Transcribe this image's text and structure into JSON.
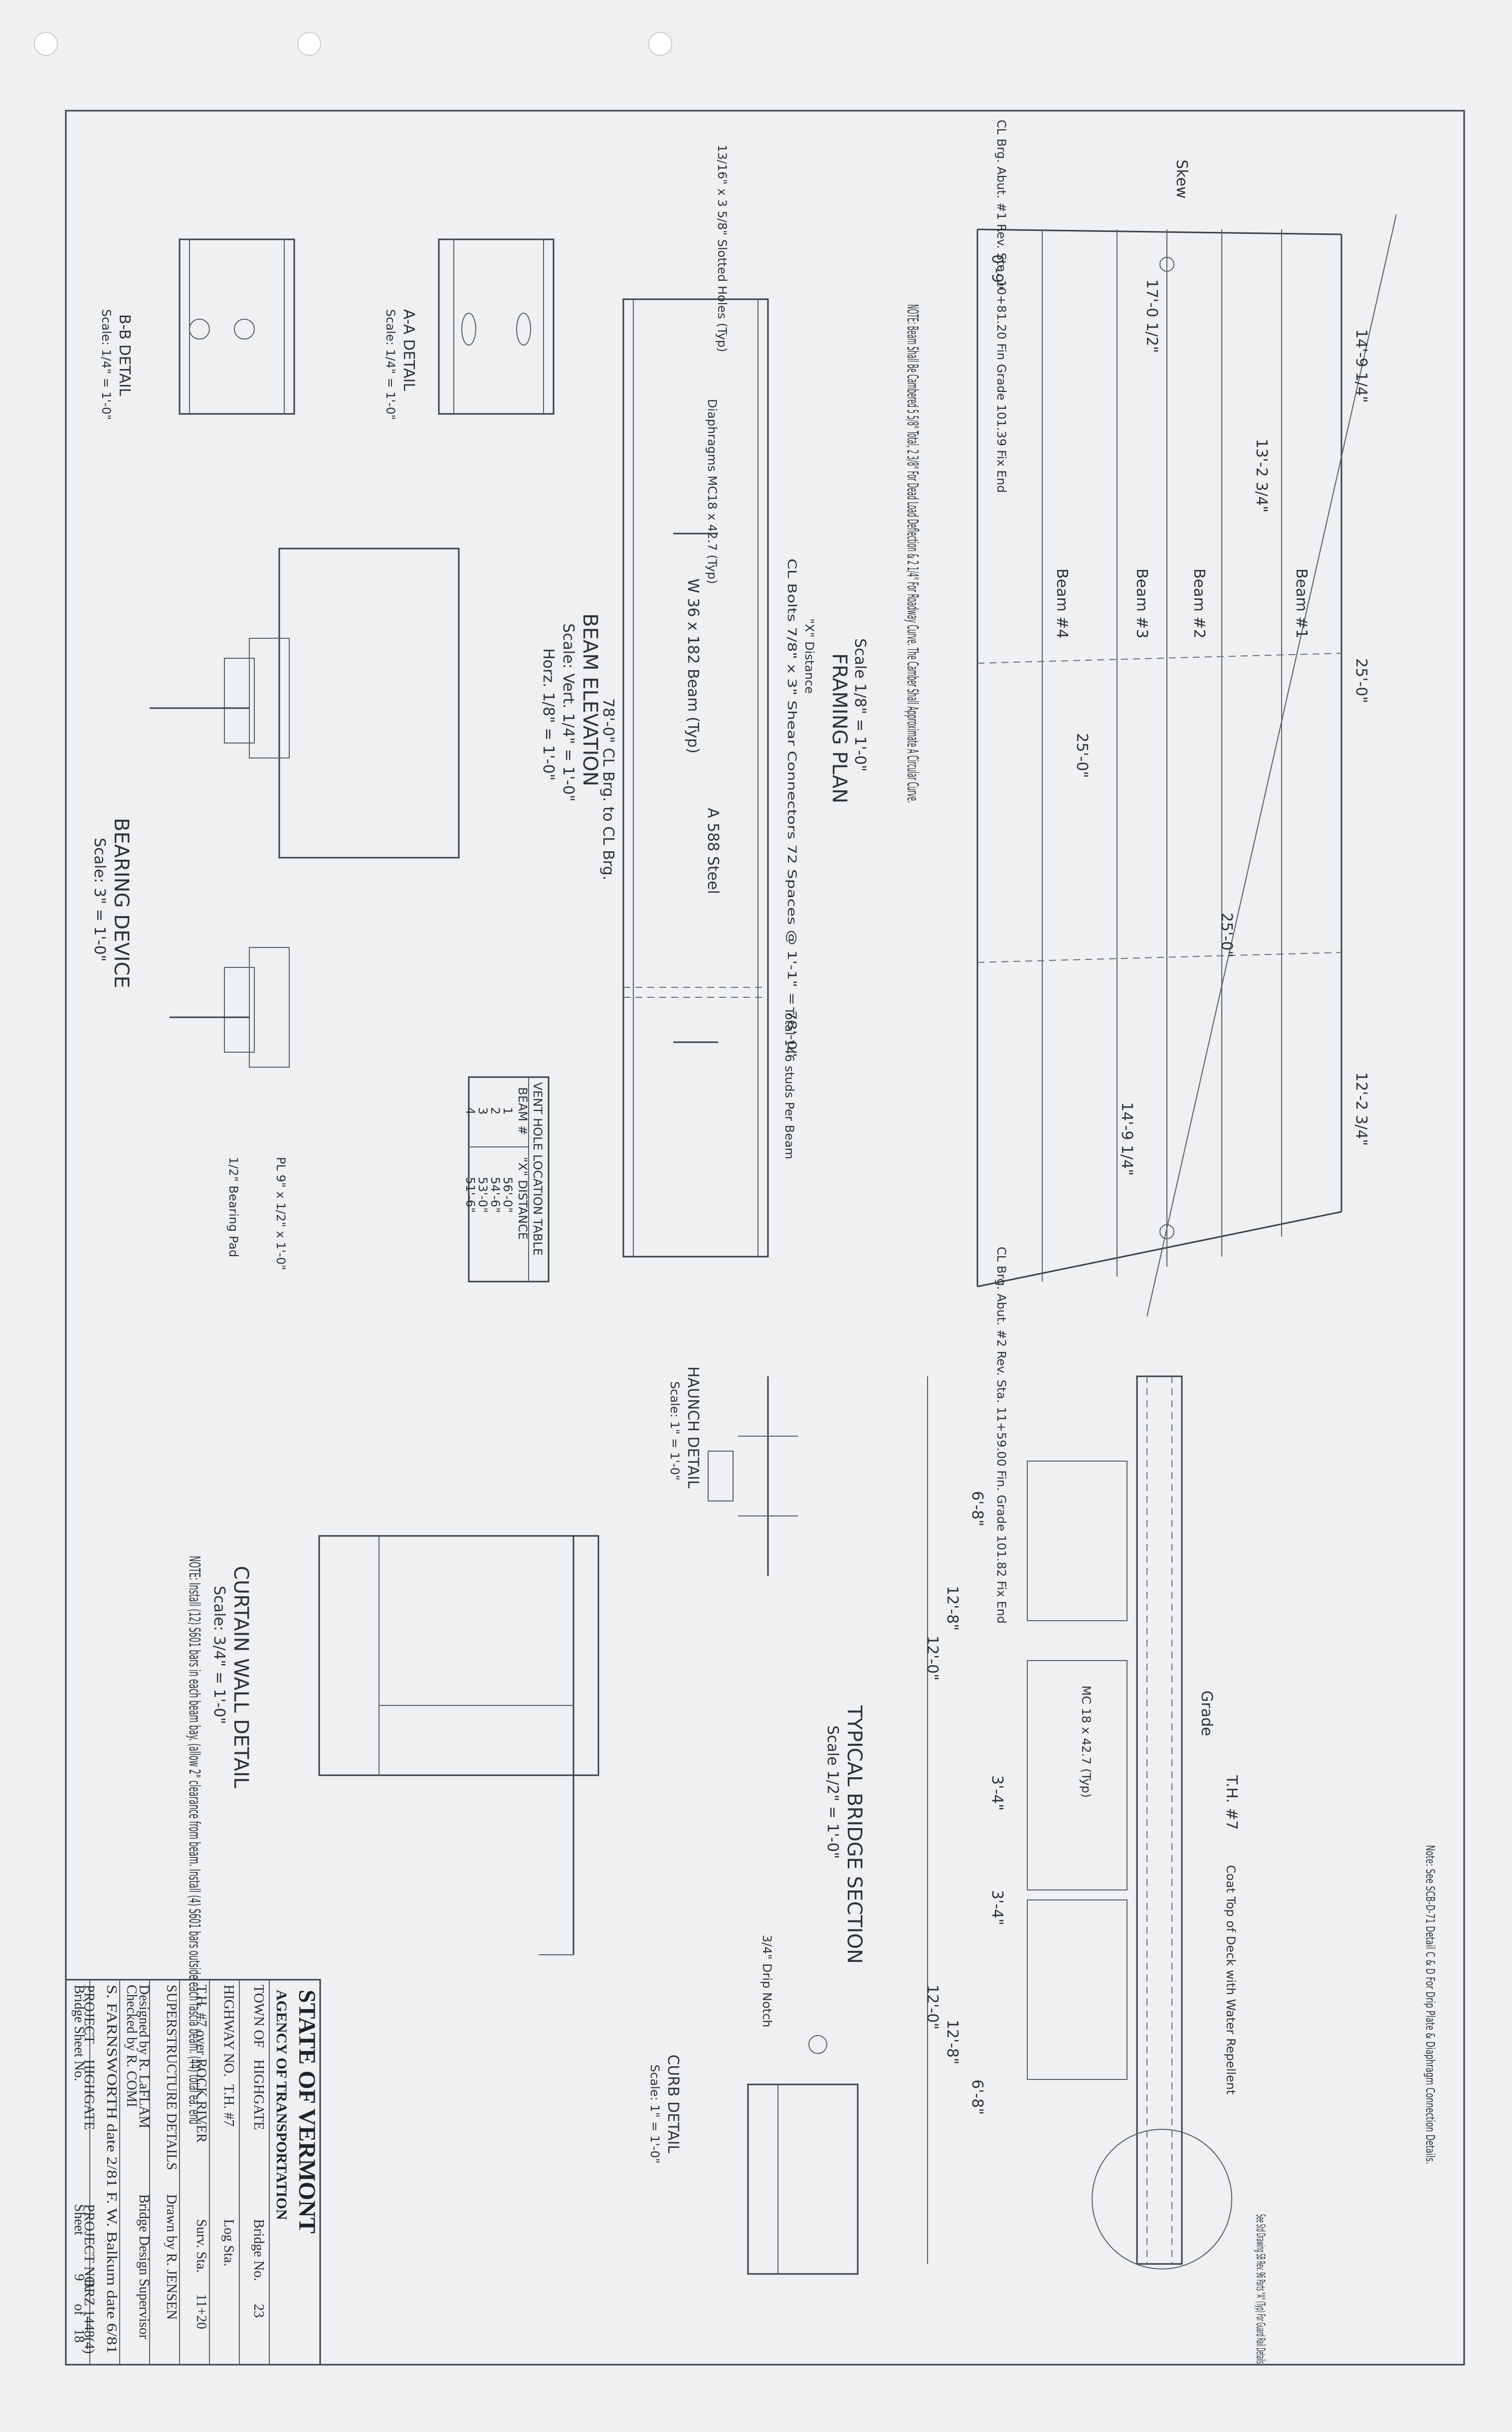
{
  "title_block": {
    "agency_state": "STATE OF VERMONT",
    "agency_name": "AGENCY OF TRANSPORTATION",
    "town_label": "TOWN OF",
    "town": "HIGHGATE",
    "bridge_no_label": "Bridge No.",
    "bridge_no": "23",
    "highway_label": "HIGHWAY NO.",
    "highway": "T.H. #7",
    "log_sta_label": "Log Sta.",
    "surv_sta_label": "Surv. Sta.",
    "surv_sta": "11+20",
    "route_desc": "T.H. #7  over ROCK RIVER",
    "sheet_desc": "SUPERSTRUCTURE  DETAILS",
    "designed_by": "Designed by  R. LaFLAM",
    "drawn_by": "Drawn by  R. JENSEN",
    "checked_by": "Checked by  R. COMI",
    "supervisor_label": "Bridge Design Supervisor",
    "signature_line": "S. FARNSWORTH date 2/81  F. W. Balkum date 6/81",
    "project_label": "PROJECT",
    "project_no_label": "PROJECT NO.",
    "project_name": "HIGHGATE",
    "project_no": "BRZ 1448(4)",
    "bridge_sheet_label": "Bridge Sheet No.",
    "sheet_label": "Sheet",
    "sheet_no": "9",
    "sheet_of": "of",
    "sheet_total": "18"
  },
  "framing_plan": {
    "title": "FRAMING PLAN",
    "scale": "Scale 1/8\" = 1'-0\"",
    "skew": "Skew",
    "beams": [
      "Beam #1",
      "Beam #2",
      "Beam #3",
      "Beam #4"
    ],
    "abut1": "CL Brg. Abut. #1  Rev. Sta. 10+81.20  Fin Grade 101.39  Fix End",
    "abut2": "CL Brg. Abut. #2  Rev. Sta. 11+59.00  Fin. Grade 101.82  Fix End",
    "dims": [
      "14'-9 1/4\"",
      "13'-2 3/4\"",
      "25'-0\"",
      "25'-0\"",
      "25'-0\"",
      "14'-9 1/4\"",
      "12'-2 3/4\"",
      "17'-0 1/2\"",
      "0'-9\""
    ],
    "note": "NOTE: Beam Shall Be Cambered 5 5/8\" Total, 2 3/8\" For Dead Load Deflection & 2 1/4\" For Roadway Curve. The Camber Shall Approximate A Circular Curve.",
    "diaphragm_note": "CL Bolts 7/8\" x 3\" Shear Connectors 72 Spaces @ 1'-1\" = 78'-0\"",
    "x_dist": "\"X\" Distance"
  },
  "beam_elevation": {
    "title": "BEAM ELEVATION",
    "scale_vert": "Scale: Vert. 1/4\" = 1'-0\"",
    "scale_horz": "Horz. 1/8\" = 1'-0\"",
    "beam": "W 36 x 182 Beam (Typ)",
    "steel": "A 588 Steel",
    "span": "78'-0\"  CL Brg. to CL Brg.",
    "diaphragm": "Diaphragms MC18 x 42.7 (Typ)",
    "studs": "Total 146 studs Per Beam",
    "holes": "13/16\" x 3 5/8\" Slotted Holes (Typ)"
  },
  "vent_table": {
    "title": "VENT HOLE LOCATION TABLE",
    "col_beam": "BEAM #",
    "col_dist": "\"X\" DISTANCE",
    "rows": [
      [
        "1",
        "56'-0\""
      ],
      [
        "2",
        "54'-6\""
      ],
      [
        "3",
        "53'-0\""
      ],
      [
        "4",
        "51'-6\""
      ]
    ]
  },
  "details": {
    "bb_title": "B-B DETAIL",
    "bb_scale": "Scale: 1/4\" = 1'-0\"",
    "aa_title": "A-A DETAIL",
    "aa_scale": "Scale: 1/4\" = 1'-0\"",
    "bearing_title": "BEARING DEVICE",
    "bearing_scale": "Scale: 3\" = 1'-0\"",
    "bearing_plate": "PL 9\" x 1/2\" x 1'-0\"",
    "bearing_pad": "1/2\" Bearing Pad",
    "haunch_title": "HAUNCH DETAIL",
    "haunch_scale": "Scale: 1\" = 1'-0\"",
    "curtain_title": "CURTAIN WALL DETAIL",
    "curtain_scale": "Scale: 3/4\" = 1'-0\"",
    "curb_title": "CURB DETAIL",
    "curb_scale": "Scale: 1\" = 1'-0\"",
    "drip_notch": "3/4\" Drip Notch",
    "curtain_note": "NOTE: Install (12) S601 bars in each beam bay. (allow 2\" clearance from beam. Install (4) S601 bars outside each fascia beam. (44) total ea. end"
  },
  "typical_section": {
    "title": "TYPICAL BRIDGE SECTION",
    "scale": "Scale 1/2\" = 1'-0\"",
    "dims": [
      "12'-0\"",
      "12'-0\"",
      "12'-8\"",
      "12'-8\"",
      "6'-8\"",
      "6'-8\"",
      "3'-4\"",
      "3'-4\""
    ],
    "grade": "Grade",
    "th": "T.H. #7",
    "coat_note": "Coat Top of Deck with Water Repellent",
    "diaphragm": "MC 18 x 42.7 (Typ)",
    "note": "Note: See SCB-D-71 Detail C & D For Drip Plate & Diaphragm Connection Details.",
    "rail_note": "See Std Drawing SB Rev. 96 Parts \"A\" (Typ) For Guard Rail Details"
  }
}
